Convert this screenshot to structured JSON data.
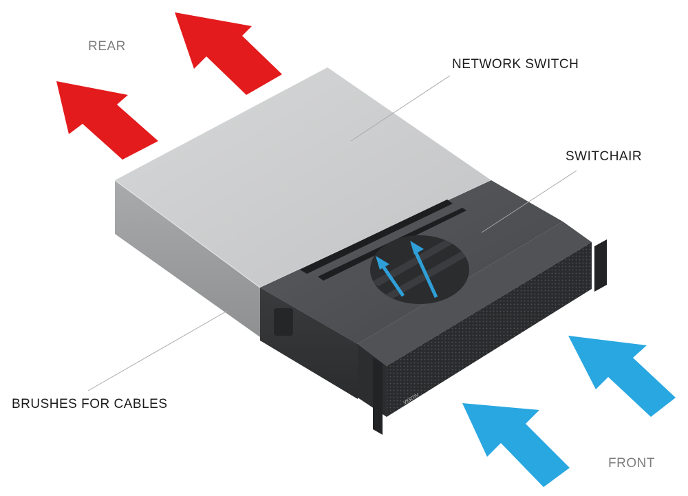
{
  "labels": {
    "rear": "REAR",
    "network_switch": "NETWORK SWITCH",
    "switchair": "SWITCHAIR",
    "brushes": "BRUSHES FOR CABLES",
    "front": "FRONT"
  },
  "brand_mark": "VERTIV",
  "colors": {
    "exhaust_arrow": "#e31b1d",
    "intake_arrow": "#29a7e1",
    "airflow_arrow": "#2f9fd8",
    "muted_label": "#7d7d7d",
    "dark_label": "#1c1c1c",
    "leader_line": "#a8a8a8",
    "switch_body": "#cfd0d1",
    "unit_body": "#4d4f52"
  },
  "icons": [
    "exhaust-arrow",
    "intake-arrow",
    "airflow-arrow"
  ]
}
